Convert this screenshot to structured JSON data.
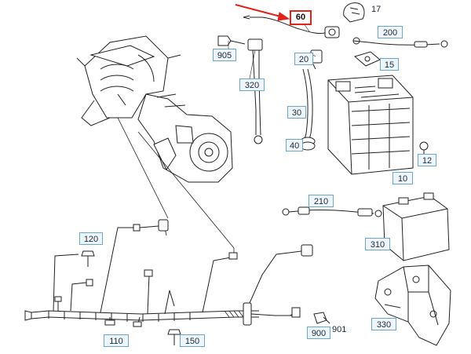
{
  "highlight_color": "#e2231a",
  "label_border_color": "#6aa7cf",
  "labels": {
    "p17": "17",
    "p60": "60",
    "p200": "200",
    "p905": "905",
    "p20": "20",
    "p15": "15",
    "p320": "320",
    "p30": "30",
    "p40": "40",
    "p12": "12",
    "p10": "10",
    "p210": "210",
    "p310": "310",
    "p120": "120",
    "p330": "330",
    "p110": "110",
    "p150": "150",
    "p900": "900",
    "p901": "901"
  }
}
